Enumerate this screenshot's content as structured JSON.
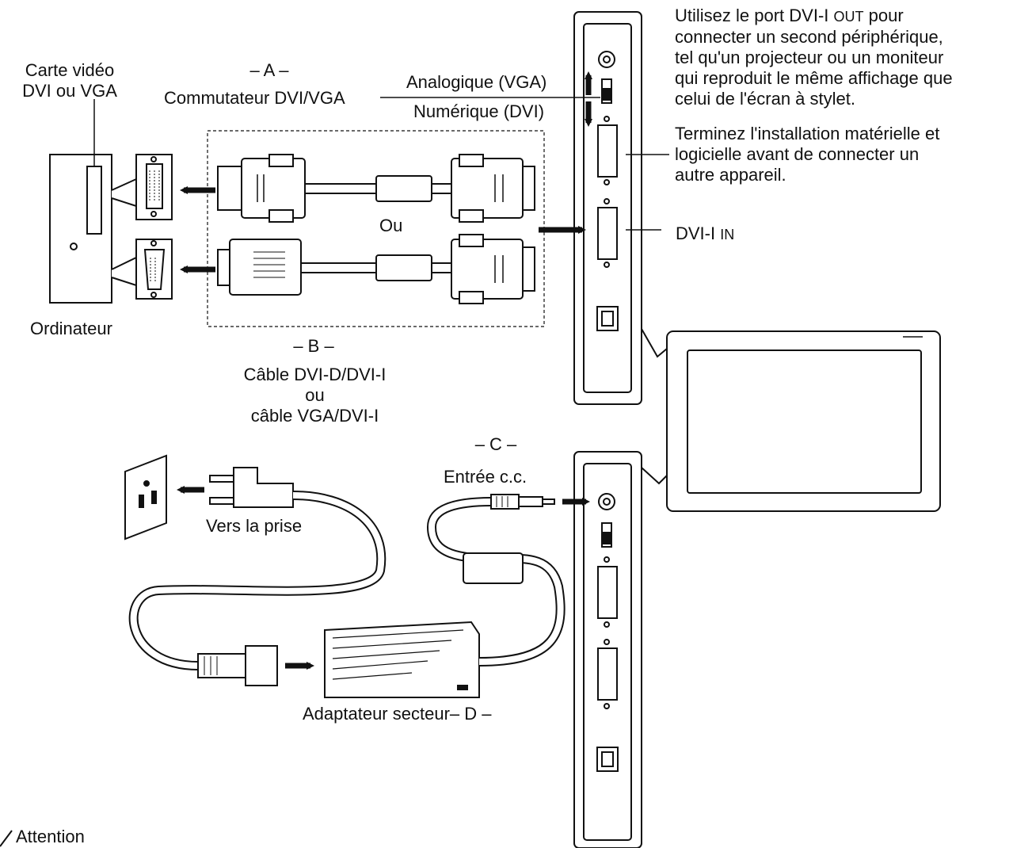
{
  "labels": {
    "video_card": [
      "Carte vidéo",
      "DVI ou VGA"
    ],
    "section_a": "– A –",
    "dvi_vga_switch": "Commutateur DVI/VGA",
    "analog": "Analogique (VGA)",
    "digital": "Numérique (DVI)",
    "or_label": "Ou",
    "computer": "Ordinateur",
    "section_b": "– B –",
    "cable_b": [
      "Câble DVI-D/DVI-I",
      "ou",
      "câble VGA/DVI-I"
    ],
    "section_c": "– C –",
    "dc_in": "Entrée c.c.",
    "to_outlet": "Vers la prise",
    "ac_adapter": "Adaptateur secteur– D –",
    "dvi_in_prefix": "DVI-I",
    "dvi_in_suffix": "IN",
    "attention": "Attention"
  },
  "notes": {
    "out_port_a": "Utilisez le port DVI-I",
    "out_port_sc": "OUT",
    "out_port_b": "pour",
    "out_port_rest": [
      "connecter un second périphérique,",
      "tel qu'un projecteur ou un moniteur",
      "qui reproduit le même affichage que",
      "celui de l'écran à stylet."
    ],
    "finish_install": [
      "Terminez l'installation matérielle et",
      "logicielle avant de connecter un",
      "autre appareil."
    ]
  }
}
